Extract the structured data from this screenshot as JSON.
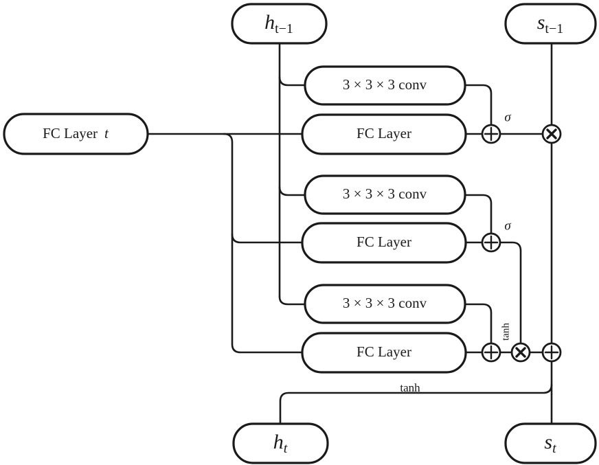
{
  "diagram": {
    "title": "Convolutional LSTM cell unrolled block diagram",
    "background_color": "#ffffff",
    "line_color": "#1a1a1a",
    "nodes": {
      "input_fc": {
        "label": "FC Layer",
        "sub": "t",
        "name": "fc-layer-t"
      },
      "h_prev": {
        "base": "h",
        "sub": "t−1",
        "name": "h-prev-state"
      },
      "s_prev": {
        "base": "s",
        "sub": "t−1",
        "name": "s-prev-state"
      },
      "h_out": {
        "base": "h",
        "sub": "t",
        "name": "h-out-state"
      },
      "s_out": {
        "base": "s",
        "sub": "t",
        "name": "s-out-state"
      },
      "conv1": {
        "label": "3 × 3 × 3 conv",
        "name": "conv-block-1"
      },
      "conv2": {
        "label": "3 × 3 × 3 conv",
        "name": "conv-block-2"
      },
      "conv3": {
        "label": "3 × 3 × 3 conv",
        "name": "conv-block-3"
      },
      "fc1": {
        "label": "FC Layer",
        "name": "fc-block-1"
      },
      "fc2": {
        "label": "FC Layer",
        "name": "fc-block-2"
      },
      "fc3": {
        "label": "FC Layer",
        "name": "fc-block-3"
      }
    },
    "operators": {
      "add1": {
        "glyph": "⊕",
        "name": "add-gate-1"
      },
      "add2": {
        "glyph": "⊕",
        "name": "add-gate-2"
      },
      "add3": {
        "glyph": "⊕",
        "name": "add-gate-3"
      },
      "add4": {
        "glyph": "⊕",
        "name": "add-cell-state"
      },
      "mul1": {
        "glyph": "⊗",
        "name": "multiply-forget"
      },
      "mul2": {
        "glyph": "⊗",
        "name": "multiply-input"
      }
    },
    "activations": {
      "sigma1": {
        "label": "σ",
        "name": "sigmoid-label-1"
      },
      "sigma2": {
        "label": "σ",
        "name": "sigmoid-label-2"
      },
      "tanh_vertical": {
        "label": "tanh",
        "name": "tanh-label-vertical"
      },
      "tanh_output": {
        "label": "tanh",
        "name": "tanh-label-output"
      }
    }
  }
}
